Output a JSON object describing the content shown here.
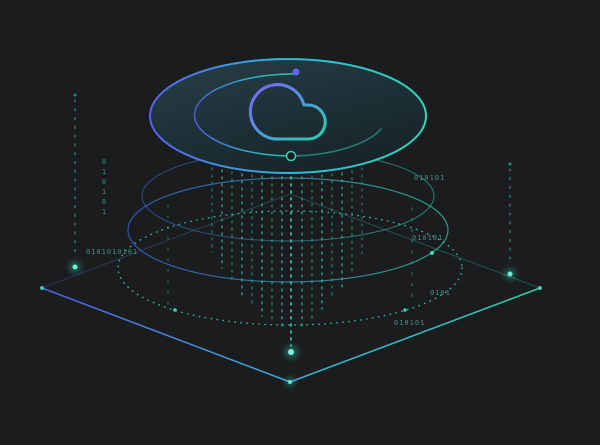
{
  "colors": {
    "background": "#1b1c1d",
    "accent_blue": "#5b67f5",
    "accent_teal": "#2fd7b5",
    "rain_dot": "#2fc9a8",
    "binary_text": "#4da094"
  },
  "icons": {
    "cloud": "cloud-icon",
    "orbit_start": "orbit-start-dot",
    "orbit_end": "orbit-end-ring"
  },
  "binary_labels": [
    {
      "text": "010101",
      "orientation": "vertical"
    },
    {
      "text": "0101010101",
      "orientation": "horizontal"
    },
    {
      "text": "010101",
      "orientation": "horizontal"
    },
    {
      "text": "010101",
      "orientation": "horizontal"
    },
    {
      "text": "0101",
      "orientation": "horizontal"
    },
    {
      "text": "010101",
      "orientation": "horizontal"
    }
  ]
}
